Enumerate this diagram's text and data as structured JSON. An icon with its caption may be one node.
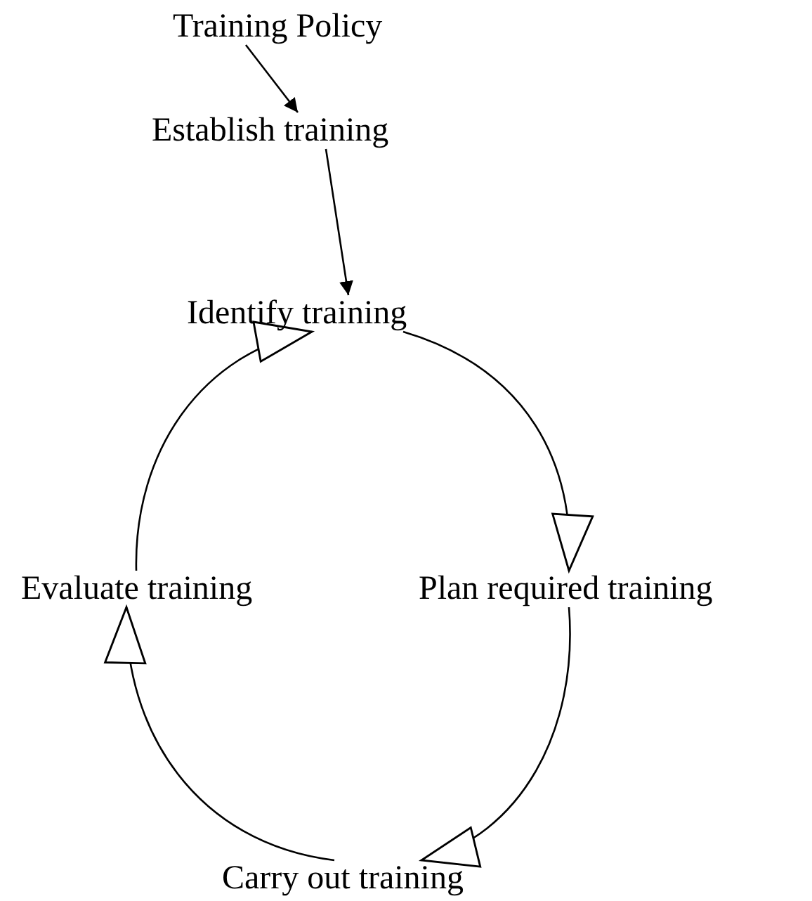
{
  "diagram": {
    "nodes": [
      {
        "text": [
          "Training Policy"
        ]
      },
      {
        "text": [
          "Establish training"
        ]
      },
      {
        "text": [
          "Identify training"
        ]
      },
      {
        "text": [
          "Plan required training"
        ]
      },
      {
        "text": [
          "Carry out training"
        ]
      },
      {
        "text": [
          "Evaluate training"
        ]
      }
    ],
    "edges": [
      {
        "from": 0,
        "to": 1,
        "arrow": "to"
      },
      {
        "from": 1,
        "to": 2,
        "arrow": "to"
      },
      {
        "from": 2,
        "to": 3,
        "arrow": "to"
      },
      {
        "from": 3,
        "to": 4,
        "arrow": "to"
      },
      {
        "from": 4,
        "to": 5,
        "arrow": "to"
      },
      {
        "from": 5,
        "to": 2,
        "arrow": "to"
      }
    ]
  }
}
